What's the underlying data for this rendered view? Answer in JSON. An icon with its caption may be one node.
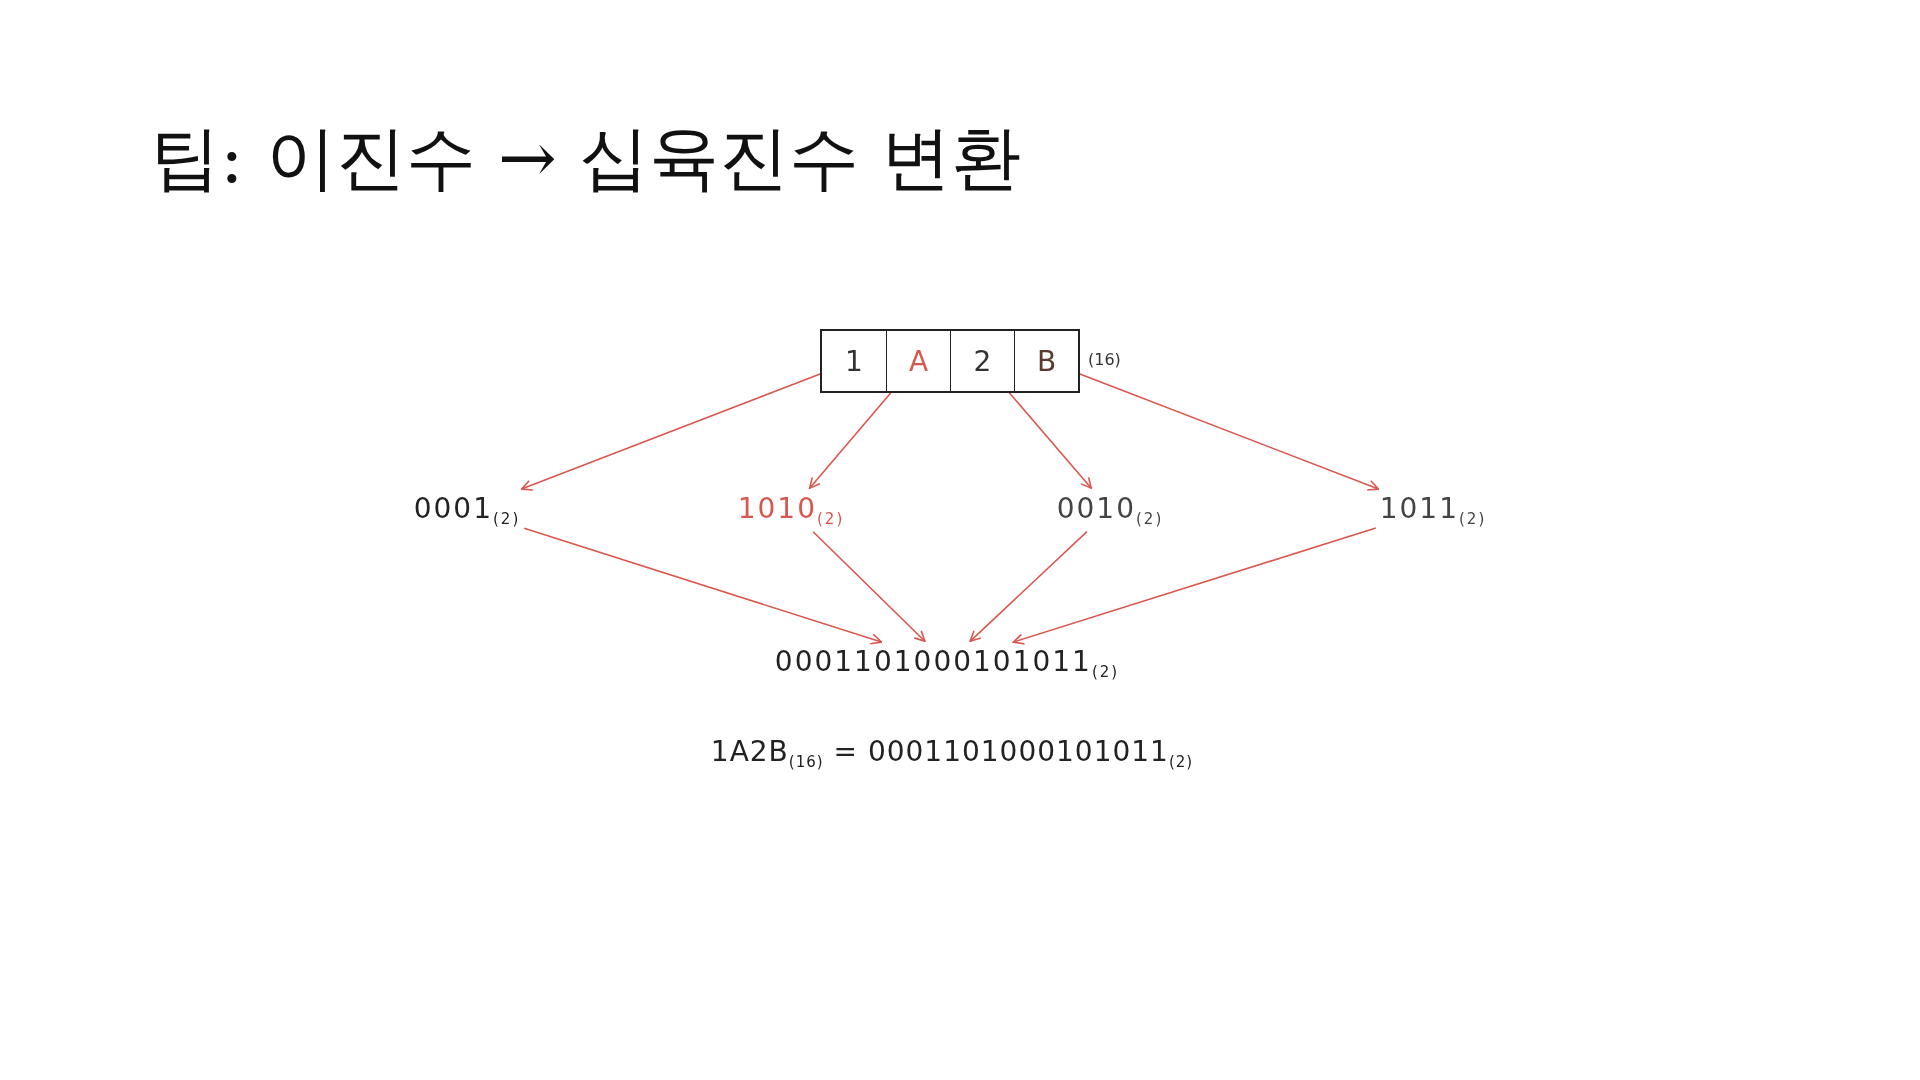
{
  "diagram": {
    "title": "팁: 이진수 → 십육진수 변환",
    "nodes": [
      {
        "text": [],
        "shape": "box",
        "beside": [
          "(16)"
        ]
      },
      {
        "text": [
          "1"
        ],
        "in": 0
      },
      {
        "text": [
          "A"
        ],
        "in": 0
      },
      {
        "text": [
          "2"
        ],
        "in": 0
      },
      {
        "text": [
          "B"
        ],
        "in": 0
      },
      {
        "text": [
          "0001$_{(2)}$"
        ]
      },
      {
        "text": [
          "1010$_{(2)}$"
        ]
      },
      {
        "text": [
          "0010$_{(2)}$"
        ]
      },
      {
        "text": [
          "1011$_{(2)}$"
        ]
      },
      {
        "text": [
          "0001101000101011$_{(2)}$"
        ]
      }
    ],
    "edges": [
      {
        "from": 1,
        "to": 5,
        "arrow": "to"
      },
      {
        "from": 2,
        "to": 6,
        "arrow": "to"
      },
      {
        "from": 3,
        "to": 7,
        "arrow": "to"
      },
      {
        "from": 4,
        "to": 8,
        "arrow": "to"
      },
      {
        "from": 5,
        "to": 9,
        "arrow": "to"
      },
      {
        "from": 6,
        "to": 9,
        "arrow": "to"
      },
      {
        "from": 7,
        "to": 9,
        "arrow": "to"
      },
      {
        "from": 8,
        "to": 9,
        "arrow": "to"
      }
    ],
    "labels": [
      "1A2B$_{(16)}$ = 0001101000101011$_{(2)}$"
    ]
  }
}
